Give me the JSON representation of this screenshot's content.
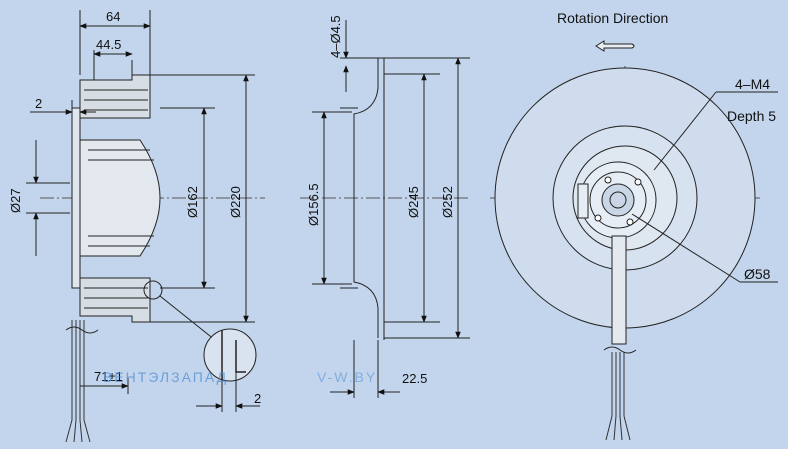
{
  "side_view": {
    "dims": {
      "overall_depth": "64",
      "rotor_depth": "44.5",
      "flange_thickness": "2",
      "hub_diameter": "Ø27",
      "inlet_diameter": "Ø162",
      "outer_diameter": "Ø220",
      "wire_lead": "71±1",
      "detail_gap": "2"
    }
  },
  "inlet_view": {
    "dims": {
      "holes": "4–Ø4.5",
      "ring_inner": "Ø156.5",
      "ring_mid": "Ø245",
      "ring_outer": "Ø252",
      "ring_depth": "22.5"
    }
  },
  "front_view": {
    "title": "Rotation  Direction",
    "callouts": {
      "thread": "4–M4",
      "depth": "Depth 5",
      "hub_diameter": "Ø58"
    },
    "arrow_icon": "rotation-arrow-icon"
  },
  "watermark": {
    "brand": "ВЕНТЭЛЗАПАД",
    "site": "V-W.BY",
    "brand_color_a": "#4f8ed3",
    "brand_color_b": "#2b2b2b"
  }
}
